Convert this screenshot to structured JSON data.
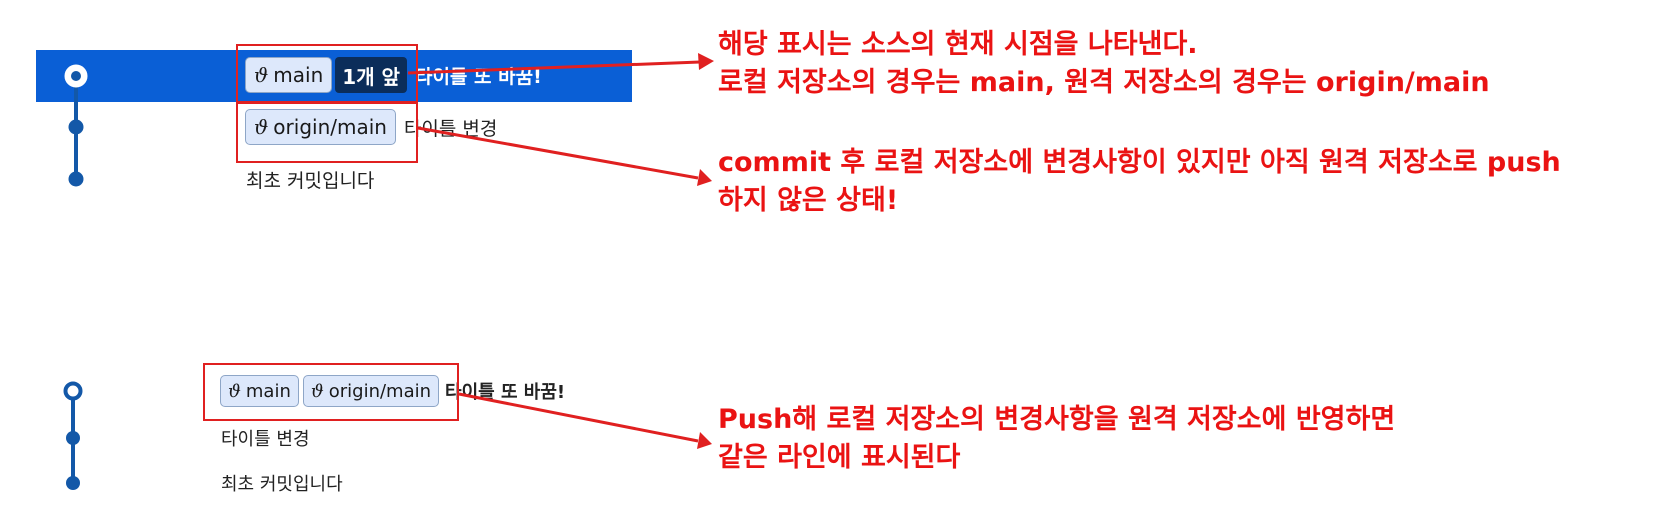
{
  "colors": {
    "selected_row": "#0a5fd6",
    "graph_line": "#1358a8",
    "annotation_red": "#ea1313",
    "ahead_badge": "#0b2d5a",
    "branch_badge": "#dde8fb"
  },
  "top_example": {
    "commits": [
      {
        "branches": [
          "main"
        ],
        "ahead_label": "1개 앞",
        "message": "타이틀 또 바꿈!",
        "selected": true
      },
      {
        "branches": [
          "origin/main"
        ],
        "message": "타이틀 변경"
      },
      {
        "branches": [],
        "message": "최초 커밋입니다"
      }
    ]
  },
  "bottom_example": {
    "commits": [
      {
        "branches": [
          "main",
          "origin/main"
        ],
        "message": "타이틀 또 바꿈!"
      },
      {
        "branches": [],
        "message": "타이틀 변경"
      },
      {
        "branches": [],
        "message": "최초 커밋입니다"
      }
    ]
  },
  "annotations": {
    "note1": {
      "line1": "해당 표시는 소스의 현재 시점을 나타낸다.",
      "line2": "로컬 저장소의 경우는 main, 원격 저장소의 경우는 origin/main"
    },
    "note2": {
      "line1": "commit 후 로컬 저장소에 변경사항이 있지만 아직 원격 저장소로 push",
      "line2": "하지 않은 상태!"
    },
    "note3": {
      "line1": "Push해 로컬 저장소의 변경사항을 원격 저장소에 반영하면",
      "line2": "같은 라인에 표시된다"
    }
  },
  "icons": {
    "branch": "branch-icon",
    "head_node": "head-commit-node-icon",
    "node": "commit-node-icon"
  }
}
